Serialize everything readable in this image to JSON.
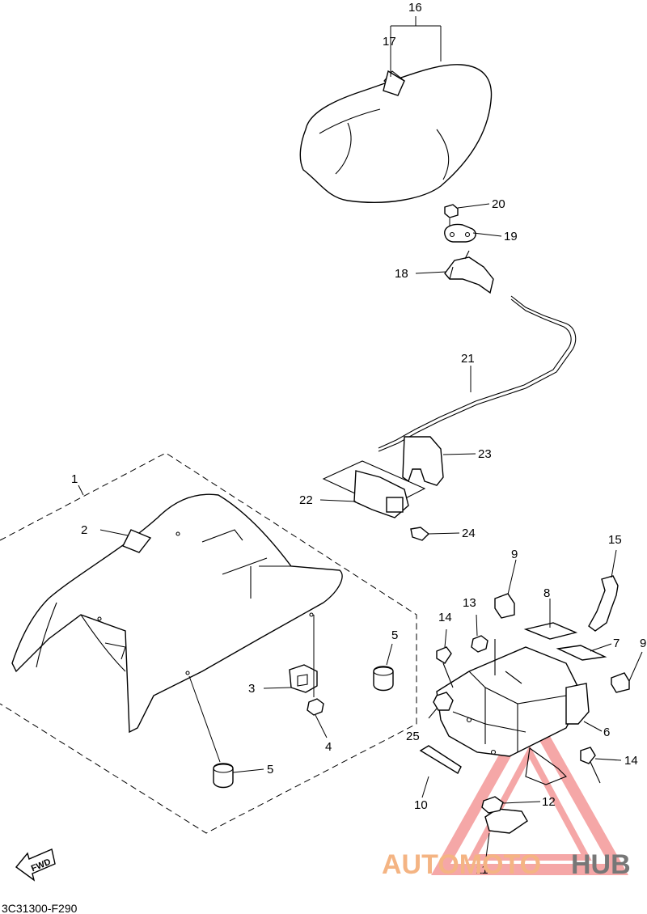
{
  "callouts": {
    "c1": "1",
    "c2": "2",
    "c3": "3",
    "c4": "4",
    "c5a": "5",
    "c5b": "5",
    "c6": "6",
    "c7": "7",
    "c8": "8",
    "c9a": "9",
    "c9b": "9",
    "c10": "10",
    "c11": "11",
    "c12": "12",
    "c13": "13",
    "c14a": "14",
    "c14b": "14",
    "c15": "15",
    "c16": "16",
    "c17": "17",
    "c18": "18",
    "c19": "19",
    "c20": "20",
    "c21": "21",
    "c22": "22",
    "c23": "23",
    "c24": "24",
    "c25": "25"
  },
  "fwd_label": "FWD",
  "diagram_code": "3C31300-F290",
  "watermark": {
    "part1": "AUTOMOTO",
    "part2": "HUB",
    "color_primary": "#f4b483",
    "color_secondary": "#777777",
    "triangle_color": "#f28a8a"
  }
}
